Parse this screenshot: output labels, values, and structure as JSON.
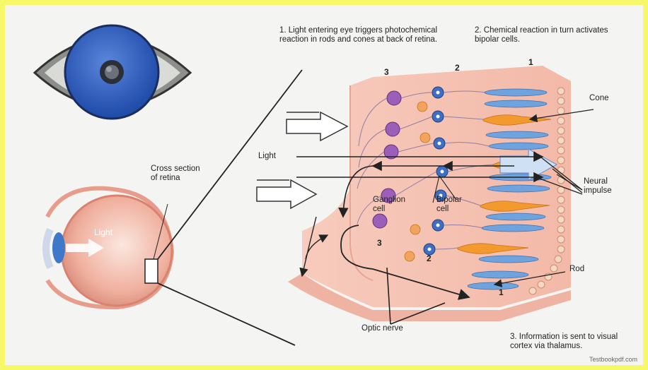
{
  "steps": {
    "step1": "1. Light entering eye triggers photochemical reaction in rods and cones at back of retina.",
    "step2": "2. Chemical reaction in turn activates bipolar cells.",
    "step3": "3. Information is sent to visual cortex via thalamus."
  },
  "labels": {
    "cross_section": "Cross section of retina",
    "light_eye": "Light",
    "light_retina": "Light",
    "cone": "Cone",
    "neural_impulse": "Neural impulse",
    "ganglion_cell": "Ganglion cell",
    "bipolar_cell": "Bipolar cell",
    "rod": "Rod",
    "optic_nerve": "Optic nerve"
  },
  "layer_numbers": {
    "top_3": "3",
    "top_2": "2",
    "top_1": "1",
    "bottom_3": "3",
    "bottom_2": "2",
    "bottom_1": "1"
  },
  "watermark": "Testbookpdf.com",
  "colors": {
    "frame": "#f7f76a",
    "iris": "#2e5fbf",
    "tissue": "#f2b7a6",
    "ganglion": "#9b5fb8",
    "bipolar": "#3f6fc4",
    "cone": "#f29a2e",
    "rod": "#6fa3dd"
  },
  "icons": [
    "eye-icon"
  ]
}
